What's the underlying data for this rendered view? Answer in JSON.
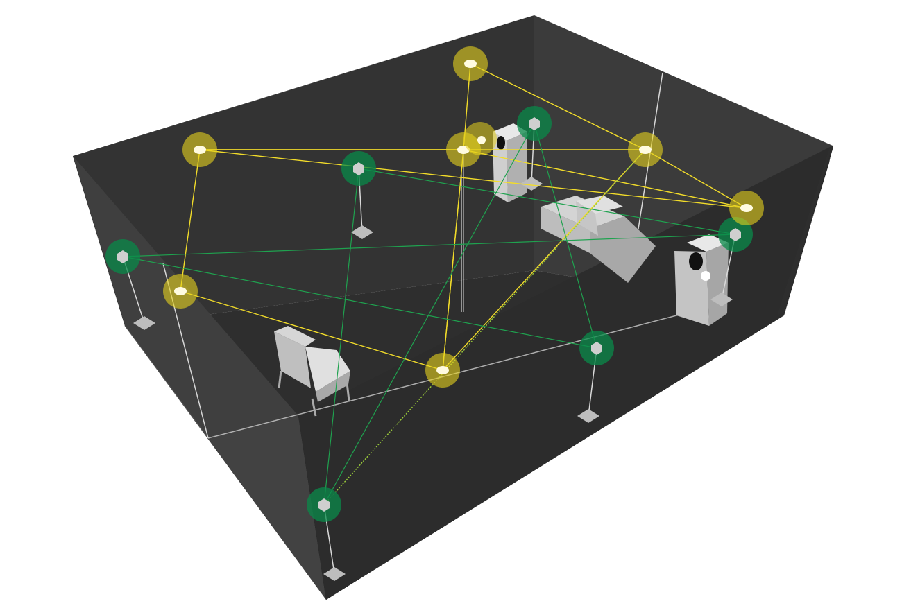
{
  "scene": {
    "description_visible_text": "",
    "colors": {
      "background": "#ffffff",
      "room_wall_dark": "#2f2f2f",
      "room_wall_mid": "#3a3a3a",
      "room_floor": "#343434",
      "yellow_sensor": "#e6d21e",
      "green_sensor": "#0a8a4a",
      "yellow_line": "#f2dc2a",
      "green_line": "#1fa24f",
      "stand_color": "#d9d9d9",
      "furniture": "#c8c8c8"
    },
    "yellow_nodes": [
      {
        "id": "y1",
        "kind": "ceiling-light"
      },
      {
        "id": "y2",
        "kind": "ceiling-light"
      },
      {
        "id": "y3",
        "kind": "ceiling-light"
      },
      {
        "id": "y4",
        "kind": "ceiling-light"
      },
      {
        "id": "y5",
        "kind": "ceiling-light"
      },
      {
        "id": "y6",
        "kind": "ceiling-light"
      },
      {
        "id": "y7",
        "kind": "ceiling-light"
      },
      {
        "id": "y8",
        "kind": "speaker-tweeter"
      }
    ],
    "green_nodes": [
      {
        "id": "g1",
        "kind": "mic-on-stand"
      },
      {
        "id": "g2",
        "kind": "mic-on-stand"
      },
      {
        "id": "g3",
        "kind": "mic-on-stand"
      },
      {
        "id": "g4",
        "kind": "mic-on-stand"
      },
      {
        "id": "g5",
        "kind": "mic-on-stand"
      },
      {
        "id": "g6",
        "kind": "mic-on-stand"
      }
    ],
    "objects": [
      "armchair",
      "left-speaker",
      "right-speaker",
      "sofa-block"
    ]
  }
}
